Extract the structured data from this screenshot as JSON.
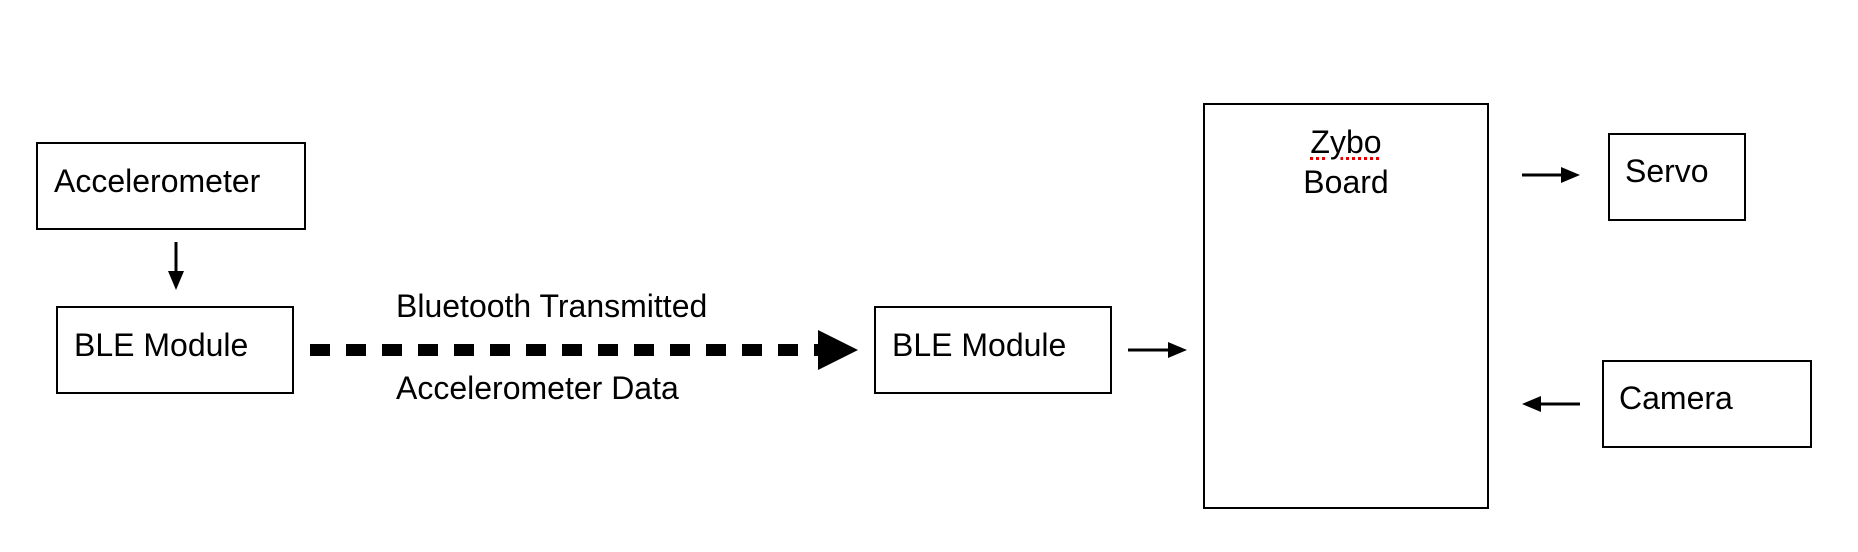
{
  "nodes": {
    "accelerometer": {
      "label": "Accelerometer"
    },
    "ble_module_tx": {
      "label": "BLE Module"
    },
    "ble_module_rx": {
      "label": "BLE Module"
    },
    "zybo_board": {
      "label_line1": "Zybo",
      "label_line2": "Board"
    },
    "servo": {
      "label": "Servo"
    },
    "camera": {
      "label": "Camera"
    }
  },
  "link": {
    "label_top": "Bluetooth Transmitted",
    "label_bottom": "Accelerometer Data"
  },
  "colors": {
    "stroke": "#000000",
    "background": "#ffffff",
    "spellcheck_underline": "#e00000"
  }
}
